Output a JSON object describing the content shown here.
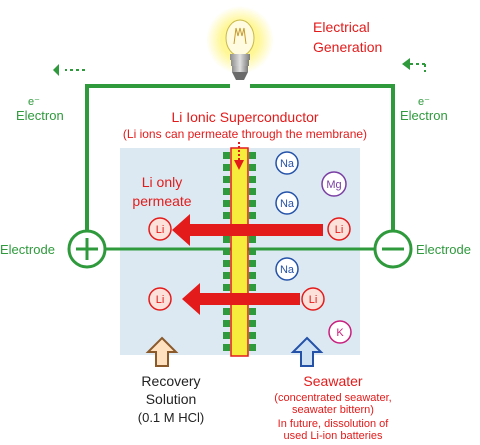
{
  "title": {
    "line1": "Electrical",
    "line2": "Generation"
  },
  "electron": {
    "left_symbol": "e⁻",
    "left_label": "Electron",
    "right_symbol": "e⁻",
    "right_label": "Electron"
  },
  "membrane": {
    "title": "Li Ionic Superconductor",
    "subtitle": "(Li ions can permeate through the membrane)"
  },
  "li_only": {
    "line1": "Li only",
    "line2": "permeate"
  },
  "electrodes": {
    "left_label": "Electrode",
    "right_label": "Electrode",
    "left_sign": "+",
    "right_sign": "−"
  },
  "ions": {
    "na": "Na",
    "mg": "Mg",
    "li": "Li",
    "k": "K"
  },
  "recovery": {
    "line1": "Recovery",
    "line2": "Solution",
    "line3": "(0.1 M HCl)"
  },
  "seawater": {
    "title": "Seawater",
    "line1": "(concentrated seawater,",
    "line2": "seawater bittern)",
    "line3": "In future, dissolution of",
    "line4": "used Li-ion batteries"
  },
  "colors": {
    "wire_green": "#2e9a3c",
    "accent_red": "#e31b1b",
    "membrane_yellow": "#f7ec3c",
    "tank_blue": "#dce9f2",
    "na_blue": "#2452a8",
    "mg_purple": "#7a3fa3",
    "k_magenta": "#c81e7e",
    "arrow_brown": "#8b5a2b"
  }
}
